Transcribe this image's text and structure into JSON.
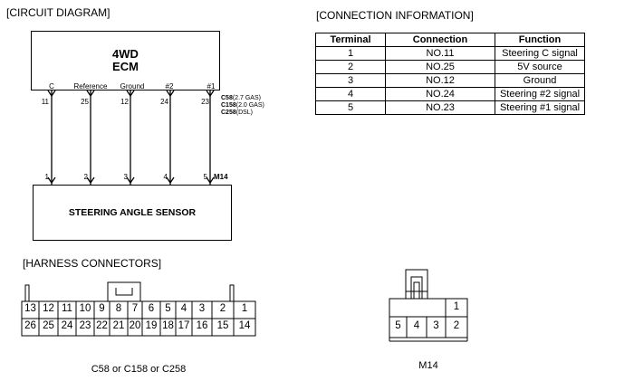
{
  "circuit": {
    "title": "[CIRCUIT DIAGRAM]",
    "ecm_label_line1": "4WD",
    "ecm_label_line2": "ECM",
    "ecm_pins": [
      {
        "label": "C",
        "num": "11"
      },
      {
        "label": "Reference",
        "num": "25"
      },
      {
        "label": "Ground",
        "num": "12"
      },
      {
        "label": "#2",
        "num": "24"
      },
      {
        "label": "#1",
        "num": "23"
      }
    ],
    "ecm_connector_lines": [
      {
        "code": "C58",
        "note": "(2.7 GAS)"
      },
      {
        "code": "C158",
        "note": "(2.0 GAS)"
      },
      {
        "code": "C258",
        "note": "(DSL)"
      }
    ],
    "sensor_pins": [
      "1",
      "2",
      "3",
      "4",
      "5"
    ],
    "sensor_connector": "M14",
    "sensor_label": "STEERING ANGLE SENSOR"
  },
  "connection": {
    "title": "[CONNECTION INFORMATION]",
    "headers": [
      "Terminal",
      "Connection",
      "Function"
    ],
    "rows": [
      [
        "1",
        "NO.11",
        "Steering C signal"
      ],
      [
        "2",
        "NO.25",
        "5V source"
      ],
      [
        "3",
        "NO.12",
        "Ground"
      ],
      [
        "4",
        "NO.24",
        "Steering #2 signal"
      ],
      [
        "5",
        "NO.23",
        "Steering #1 signal"
      ]
    ]
  },
  "harness": {
    "title": "[HARNESS CONNECTORS]",
    "c58": {
      "top_row": [
        "13",
        "12",
        "11",
        "10",
        "9",
        "8",
        "7",
        "6",
        "5",
        "4",
        "3",
        "2",
        "1"
      ],
      "bottom_row": [
        "26",
        "25",
        "24",
        "23",
        "22",
        "21",
        "20",
        "19",
        "18",
        "17",
        "16",
        "15",
        "14"
      ],
      "caption": "C58 or C158 or C258"
    },
    "m14": {
      "top_row": [
        "1"
      ],
      "bottom_row": [
        "5",
        "4",
        "3",
        "2"
      ],
      "caption": "M14"
    }
  }
}
